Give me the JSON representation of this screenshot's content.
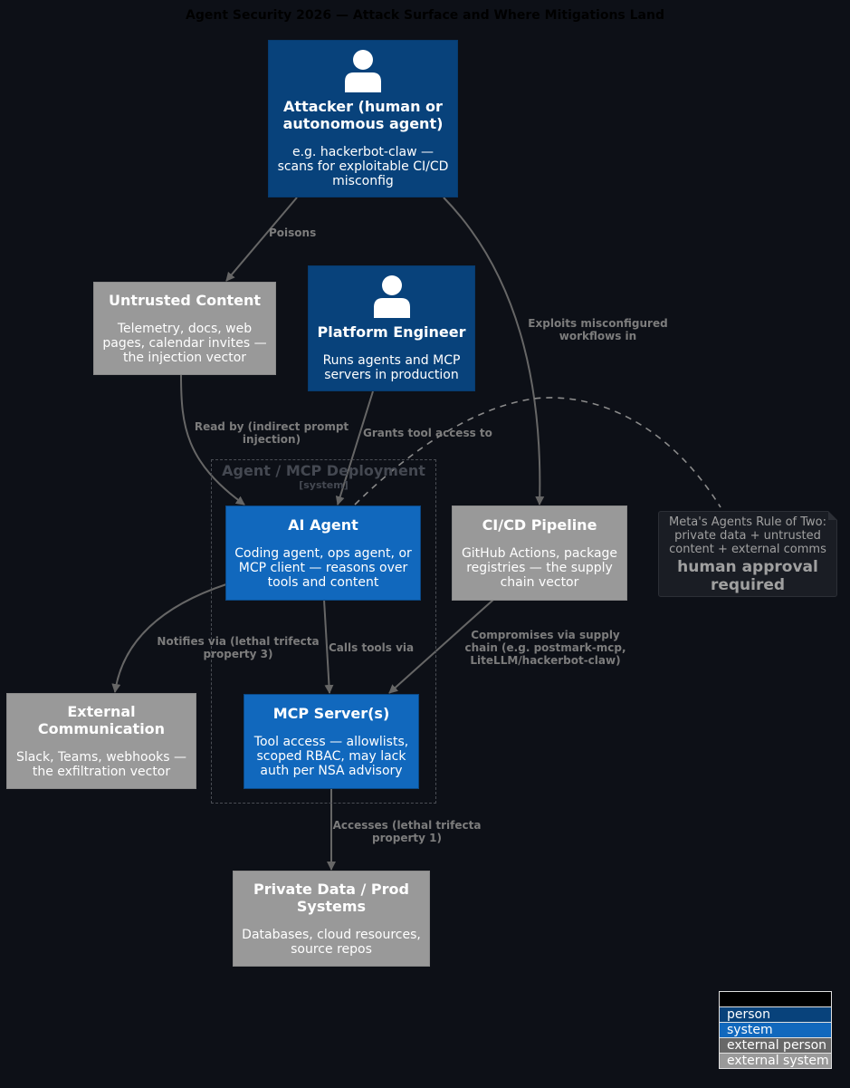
{
  "title": "Agent Security 2026 — Attack Surface and Where Mitigations Land",
  "colors": {
    "background": "#0d1017",
    "person": "#08427b",
    "system": "#1168bd",
    "external_person": "#686868",
    "external_system": "#999999",
    "edge": "#666666"
  },
  "nodes": {
    "attacker": {
      "name": "Attacker (human or autonomous agent)",
      "desc": "e.g. hackerbot-claw — scans for exploitable CI/CD misconfig",
      "icon": "person-icon"
    },
    "untrusted": {
      "name": "Untrusted Content",
      "desc": "Telemetry, docs, web pages, calendar invites — the injection vector"
    },
    "platform": {
      "name": "Platform Engineer",
      "desc": "Runs agents and MCP servers in production",
      "icon": "person-icon"
    },
    "agent": {
      "name": "AI Agent",
      "desc": "Coding agent, ops agent, or MCP client — reasons over tools and content"
    },
    "cicd": {
      "name": "CI/CD Pipeline",
      "desc": "GitHub Actions, package registries — the supply chain vector"
    },
    "external": {
      "name": "External Communication",
      "desc": "Slack, Teams, webhooks — the exfiltration vector"
    },
    "mcp": {
      "name": "MCP Server(s)",
      "desc": "Tool access — allowlists, scoped RBAC, may lack auth per NSA advisory"
    },
    "private": {
      "name": "Private Data / Prod Systems",
      "desc": "Databases, cloud resources, source repos"
    }
  },
  "boundary": {
    "name": "Agent / MCP Deployment",
    "type": "[system]"
  },
  "edges": {
    "poisons": "Poisons",
    "exploits": "Exploits misconfigured workflows in",
    "read_by": "Read by (indirect prompt injection)",
    "grants": "Grants tool access to",
    "notifies": "Notifies via (lethal trifecta property 3)",
    "calls": "Calls tools via",
    "compromises": "Compromises via supply chain (e.g. postmark-mcp, LiteLLM/hackerbot-claw)",
    "accesses": "Accesses (lethal trifecta property 1)"
  },
  "note": {
    "text": "Meta's Agents Rule of Two: private data + untrusted content + external comms",
    "bold": "human approval required"
  },
  "legend": {
    "title": "Legend",
    "items": [
      {
        "label": "person",
        "color": "#08427b"
      },
      {
        "label": "system",
        "color": "#1168bd"
      },
      {
        "label": "external person",
        "color": "#686868"
      },
      {
        "label": "external system",
        "color": "#999999"
      }
    ]
  }
}
